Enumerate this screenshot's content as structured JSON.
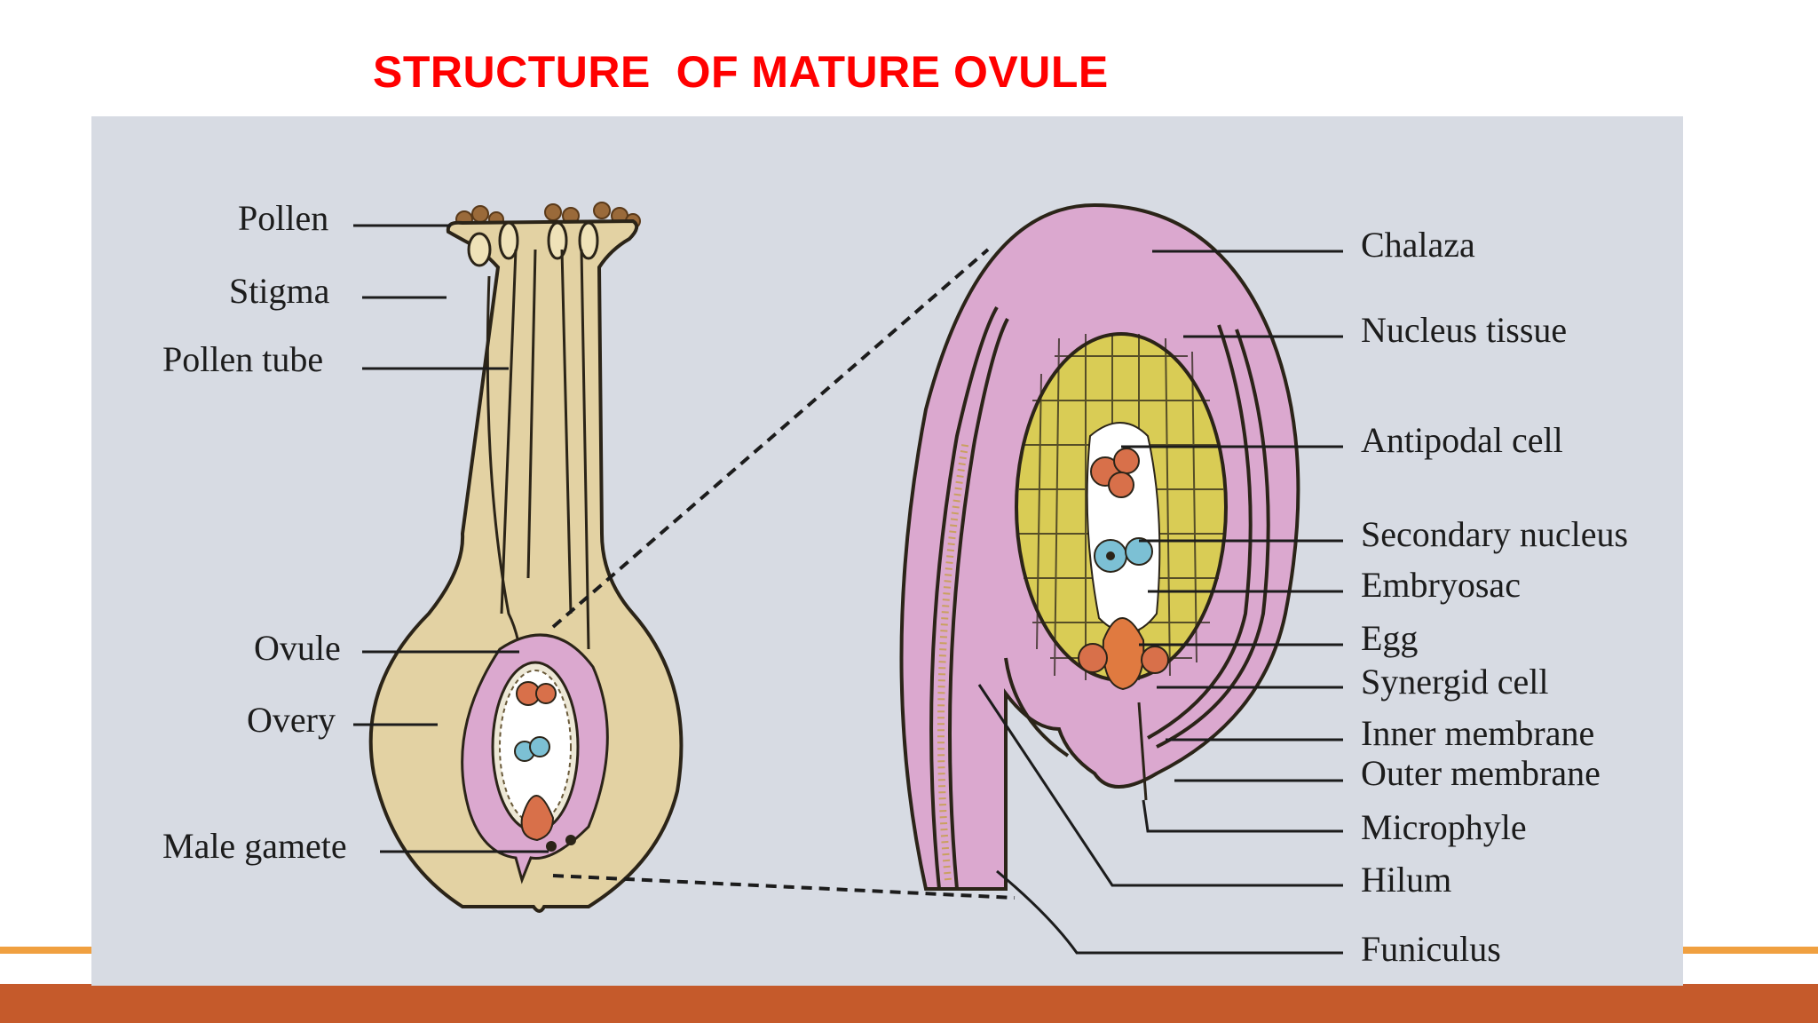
{
  "slide": {
    "title": "STRUCTURE  OF MATURE OVULE",
    "title_color": "#ff0000",
    "footer_color": "#c55a2b",
    "accent_line_color": "#f0a040"
  },
  "figure": {
    "left_labels": {
      "pollen": "Pollen",
      "stigma": "Stigma",
      "pollen_tube": "Pollen tube",
      "ovule": "Ovule",
      "ovary": "Overy",
      "male_gamete": "Male gamete"
    },
    "right_labels": {
      "chalaza": "Chalaza",
      "nucleus_tissue": "Nucleus tissue",
      "antipodal_cell": "Antipodal cell",
      "secondary_nucleus": "Secondary nucleus",
      "embryosac": "Embryosac",
      "egg": "Egg",
      "synergid_cell": "Synergid cell",
      "inner_membrane": "Inner membrane",
      "outer_membrane": "Outer membrane",
      "microphyle": "Microphyle",
      "hilum": "Hilum",
      "funiculus": "Funiculus"
    },
    "colors": {
      "paper": "#d7dbe3",
      "pistil_tan": "#e3d2a3",
      "integument_pink": "#dba8cf",
      "nucellus_yellow": "#d9cc55",
      "cell_orange": "#d8704a",
      "nucleus_blue": "#7cc0d4"
    }
  }
}
